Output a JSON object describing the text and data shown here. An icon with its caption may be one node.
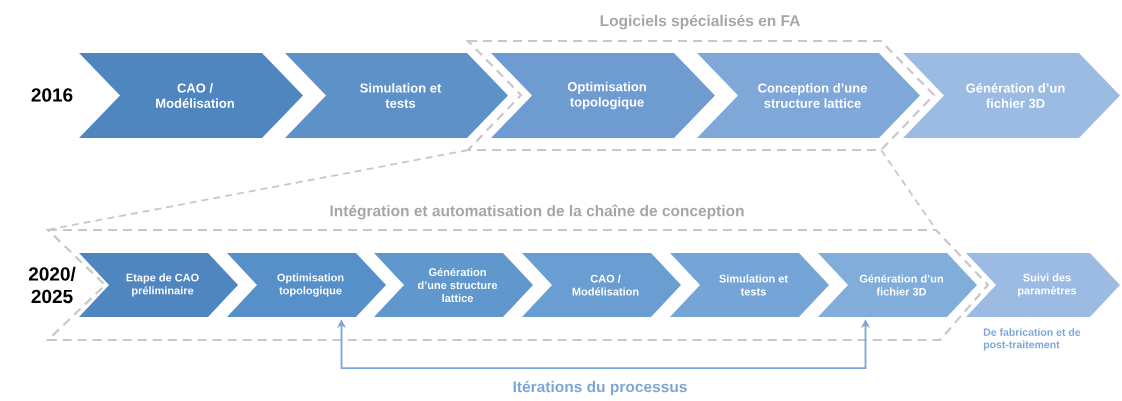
{
  "diagram": {
    "nodes": [
      {
        "text": [
          "CAO / Modélisation"
        ]
      },
      {
        "text": [
          "Simulation et tests"
        ]
      },
      {
        "text": [
          "Logiciels spécialisés en FA"
        ]
      },
      {
        "text": [
          "Optimisation topologique"
        ],
        "in": 2
      },
      {
        "text": [
          "Conception d’une structure lattice"
        ],
        "in": 2
      },
      {
        "text": [
          "Génération d’un fichier 3D"
        ]
      },
      {
        "text": [
          "Intégration et automatisation de la chaîne de conception"
        ]
      },
      {
        "text": [
          "Etape de CAO préliminaire"
        ],
        "in": 6
      },
      {
        "text": [
          "Optimisation topologique"
        ],
        "in": 6
      },
      {
        "text": [
          "Génération d’une structure lattice"
        ],
        "in": 6
      },
      {
        "text": [
          "CAO / Modélisation"
        ],
        "in": 6
      },
      {
        "text": [
          "Simulation et tests"
        ],
        "in": 6
      },
      {
        "text": [
          "Génération d’un fichier 3D"
        ],
        "in": 6
      },
      {
        "text": [
          "Suivi des paramètres"
        ],
        "beside": [
          "De fabrication et de post-traitement"
        ]
      }
    ],
    "edges": [
      {
        "from": 2,
        "to": 6,
        "arrow": "none",
        "style": "dashed",
        "color": "#c8c8c8"
      },
      {
        "from": 2,
        "to": 6,
        "arrow": "none",
        "style": "dashed",
        "color": "#c8c8c8"
      },
      {
        "from": 12,
        "to": 8,
        "arrow": "both",
        "label": "Itérations du processus",
        "color": "#7aa6d8"
      }
    ],
    "labels": [
      "2016",
      "2020/ 2025"
    ]
  }
}
